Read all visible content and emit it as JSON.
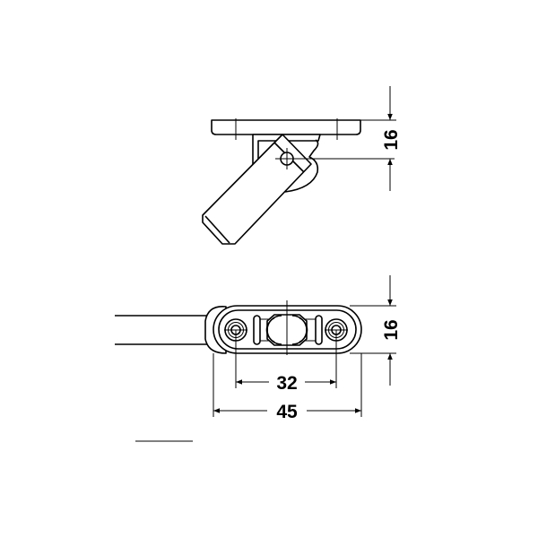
{
  "drawing": {
    "side_view": {
      "height_dimension": "16"
    },
    "top_view": {
      "height_dimension": "16",
      "hole_spacing_dimension": "32",
      "overall_width_dimension": "45"
    }
  },
  "colors": {
    "line": "#000000",
    "background": "#ffffff"
  }
}
